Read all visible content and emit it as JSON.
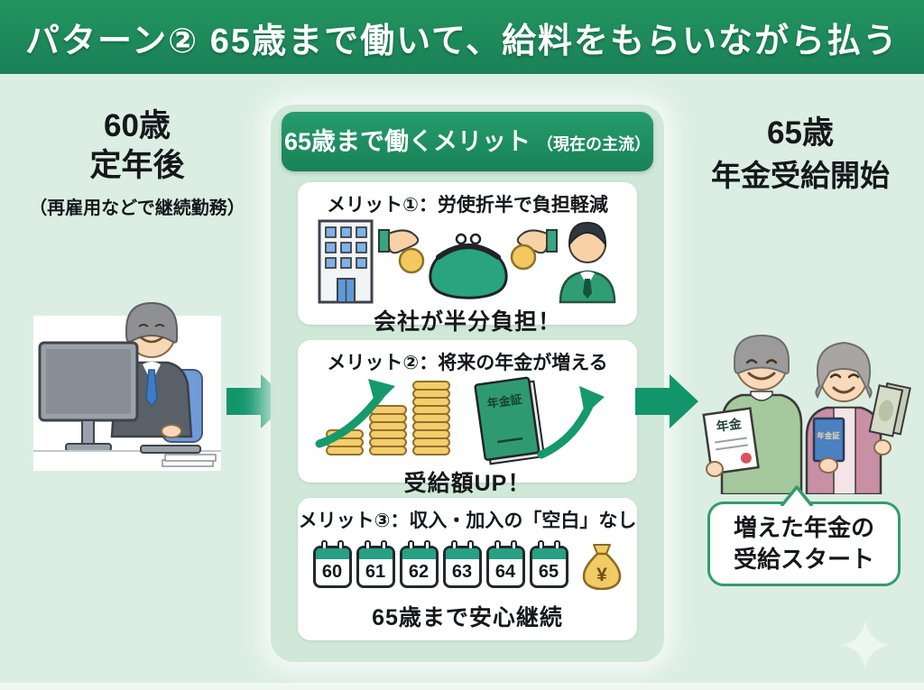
{
  "banner": {
    "title": "パターン② 65歳まで働いて、給料をもらいながら払う"
  },
  "left": {
    "age": "60歳",
    "label": "定年後",
    "note": "（再雇用などで継続勤務）"
  },
  "panel": {
    "header": "65歳まで働くメリット",
    "header_note": "（現在の主流）",
    "merits": [
      {
        "title": "メリット①：労使折半で負担軽減",
        "caption": "会社が半分負担！"
      },
      {
        "title": "メリット②：将来の年金が増える",
        "caption": "受給額UP！",
        "book_label": "年金証"
      },
      {
        "title": "メリット③：収入・加入の「空白」なし",
        "caption": "65歳まで安心継続",
        "calendar_years": [
          "60",
          "61",
          "62",
          "63",
          "64",
          "65"
        ],
        "moneybag_symbol": "¥"
      }
    ]
  },
  "right": {
    "age": "65歳",
    "label": "年金受給開始",
    "bubble": {
      "line1": "増えた年金の",
      "line2": "受給スタート"
    },
    "certificate_label": "年金",
    "book_label": "年金証"
  },
  "colors": {
    "banner_green": "#1e8c5e",
    "header_green": "#1f9165",
    "panel_bg": "#cfe8d8",
    "arrow_green": "#12956a",
    "accent_green": "#2f9e77",
    "calendar_teal": "#27a083",
    "coin_gold": "#f2ca66",
    "bubble_border": "#2f9e6b",
    "background_mint": "#dceee3"
  }
}
